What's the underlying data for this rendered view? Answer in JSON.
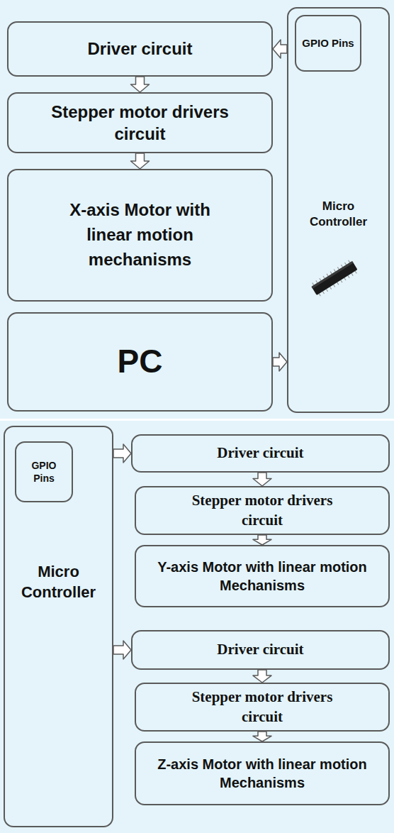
{
  "diagram": {
    "nodes": [
      {
        "text": [
          "Driver circuit"
        ]
      },
      {
        "text": [
          "Micro Controller"
        ]
      },
      {
        "text": [
          "GPIO Pins"
        ],
        "in": 1
      },
      {
        "text": [
          "Stepper motor drivers circuit"
        ]
      },
      {
        "text": [
          "X-axis Motor with linear motion mechanisms"
        ]
      },
      {
        "text": [
          "PC"
        ]
      },
      {
        "text": [
          "Micro Controller"
        ]
      },
      {
        "text": [
          "GPIO Pins"
        ],
        "in": 6
      },
      {
        "text": [
          "Driver circuit"
        ]
      },
      {
        "text": [
          "Stepper motor drivers circuit"
        ]
      },
      {
        "text": [
          "Y-axis Motor with linear motion Mechanisms"
        ]
      },
      {
        "text": [
          "Driver circuit"
        ]
      },
      {
        "text": [
          "Stepper motor drivers circuit"
        ]
      },
      {
        "text": [
          "Z-axis Motor with linear motion Mechanisms"
        ]
      }
    ],
    "edges": [
      {
        "from": 1,
        "to": 0,
        "arrow": "to"
      },
      {
        "from": 0,
        "to": 3,
        "arrow": "to"
      },
      {
        "from": 3,
        "to": 4,
        "arrow": "to"
      },
      {
        "from": 5,
        "to": 1,
        "arrow": "to"
      },
      {
        "from": 6,
        "to": 8,
        "arrow": "to"
      },
      {
        "from": 8,
        "to": 9,
        "arrow": "to"
      },
      {
        "from": 9,
        "to": 10,
        "arrow": "to"
      },
      {
        "from": 6,
        "to": 11,
        "arrow": "to"
      },
      {
        "from": 11,
        "to": 12,
        "arrow": "to"
      },
      {
        "from": 12,
        "to": 13,
        "arrow": "to"
      }
    ]
  }
}
